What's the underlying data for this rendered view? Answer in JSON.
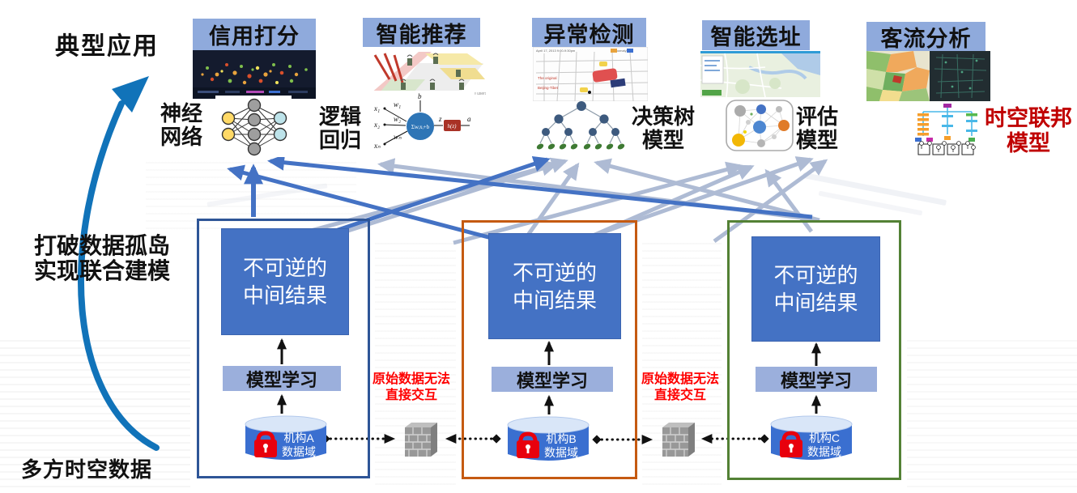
{
  "left_panel": {
    "typical_apps": "典型应用",
    "break_silos_line1": "打破数据孤岛",
    "break_silos_line2": "实现联合建模",
    "multiparty_data": "多方时空数据"
  },
  "applications": [
    {
      "name": "信用打分"
    },
    {
      "name": "智能推荐"
    },
    {
      "name": "异常检测"
    },
    {
      "name": "智能选址"
    },
    {
      "name": "客流分析"
    }
  ],
  "models": [
    {
      "line1": "神经",
      "line2": "网络"
    },
    {
      "line1": "逻辑",
      "line2": "回归",
      "diagram": {
        "x1": "x₁",
        "x2": "x₂",
        "xn": "xₙ",
        "w1": "w₁",
        "w2": "w₂",
        "wn": "wₙ",
        "b": "b",
        "sum": "Σwᵢxᵢ+b",
        "z": "z",
        "h": "h(z)",
        "a": "a"
      }
    },
    {
      "line1": "决策树",
      "line2": "模型"
    },
    {
      "line1": "评估",
      "line2": "模型"
    },
    {
      "line1": "时空联邦",
      "line2": "模型"
    }
  ],
  "parties": [
    {
      "result_line1": "不可逆的",
      "result_line2": "中间结果",
      "learning": "模型学习",
      "org_line1": "机构A",
      "org_line2": "数据域",
      "border_color": "#2E5597"
    },
    {
      "result_line1": "不可逆的",
      "result_line2": "中间结果",
      "learning": "模型学习",
      "org_line1": "机构B",
      "org_line2": "数据域",
      "border_color": "#C55A11"
    },
    {
      "result_line1": "不可逆的",
      "result_line2": "中间结果",
      "learning": "模型学习",
      "org_line1": "机构C",
      "org_line2": "数据域",
      "border_color": "#538135"
    }
  ],
  "warnings": [
    {
      "line1": "原始数据无法",
      "line2": "直接交互"
    },
    {
      "line1": "原始数据无法",
      "line2": "直接交互"
    }
  ],
  "colors": {
    "app_header_bg": "#8FAADC",
    "result_bg": "#4472C4",
    "learn_bg": "#9BAFDC",
    "arrow_blue": "#4472C4",
    "arrow_gray": "#AEBBD4",
    "curve_blue": "#1173B9",
    "cylinder_body": "#3A6FD0",
    "cylinder_top": "#D9E6F8",
    "lock_red": "#E8000D",
    "warning_red": "#FF0000",
    "federated_red": "#C00000",
    "border_a": "#2E5597",
    "border_b": "#C55A11",
    "border_c": "#538135"
  }
}
